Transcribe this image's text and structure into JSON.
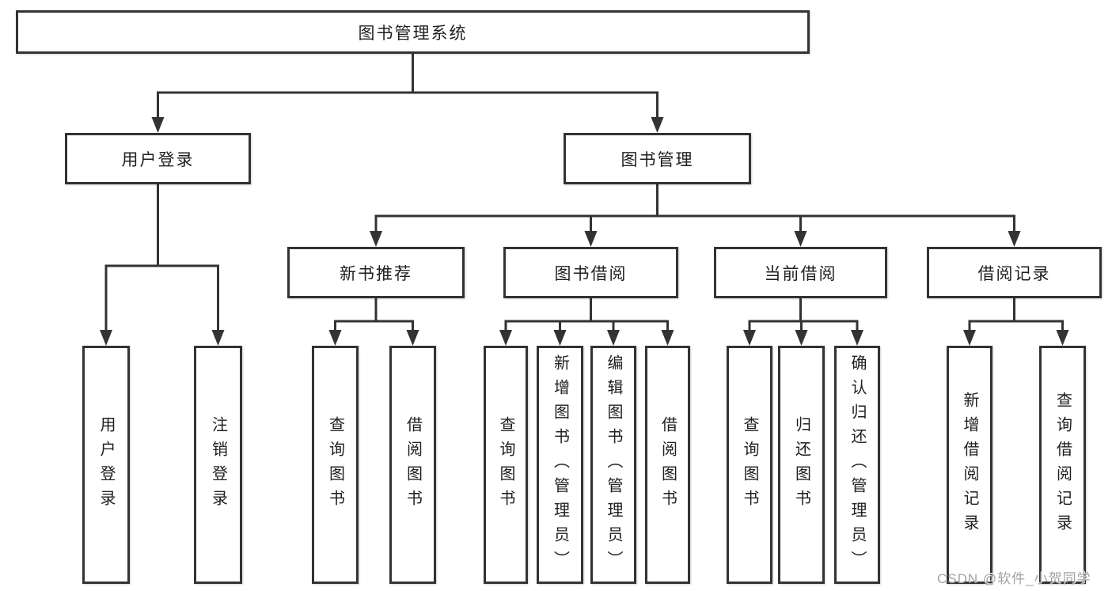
{
  "tree": {
    "label": "图书管理系统",
    "children": [
      {
        "label": "用户登录",
        "children": [
          {
            "label": "用户登录"
          },
          {
            "label": "注销登录"
          }
        ]
      },
      {
        "label": "图书管理",
        "children": [
          {
            "label": "新书推荐",
            "children": [
              {
                "label": "查询图书"
              },
              {
                "label": "借阅图书"
              }
            ]
          },
          {
            "label": "图书借阅",
            "children": [
              {
                "label": "查询图书"
              },
              {
                "label": "新增图书（管理员）"
              },
              {
                "label": "编辑图书（管理员）"
              },
              {
                "label": "借阅图书"
              }
            ]
          },
          {
            "label": "当前借阅",
            "children": [
              {
                "label": "查询图书"
              },
              {
                "label": "归还图书"
              },
              {
                "label": "确认归还（管理员）"
              }
            ]
          },
          {
            "label": "借阅记录",
            "children": [
              {
                "label": "新增借阅记录"
              },
              {
                "label": "查询借阅记录"
              }
            ]
          }
        ]
      }
    ]
  },
  "watermark": {
    "text": "CSDN @软件_小贺同学"
  },
  "colors": {
    "line": "#333333",
    "box_border": "#333333",
    "box_background": "#ffffff",
    "text": "#1f1f1f",
    "watermark": "#a2a2a2"
  }
}
